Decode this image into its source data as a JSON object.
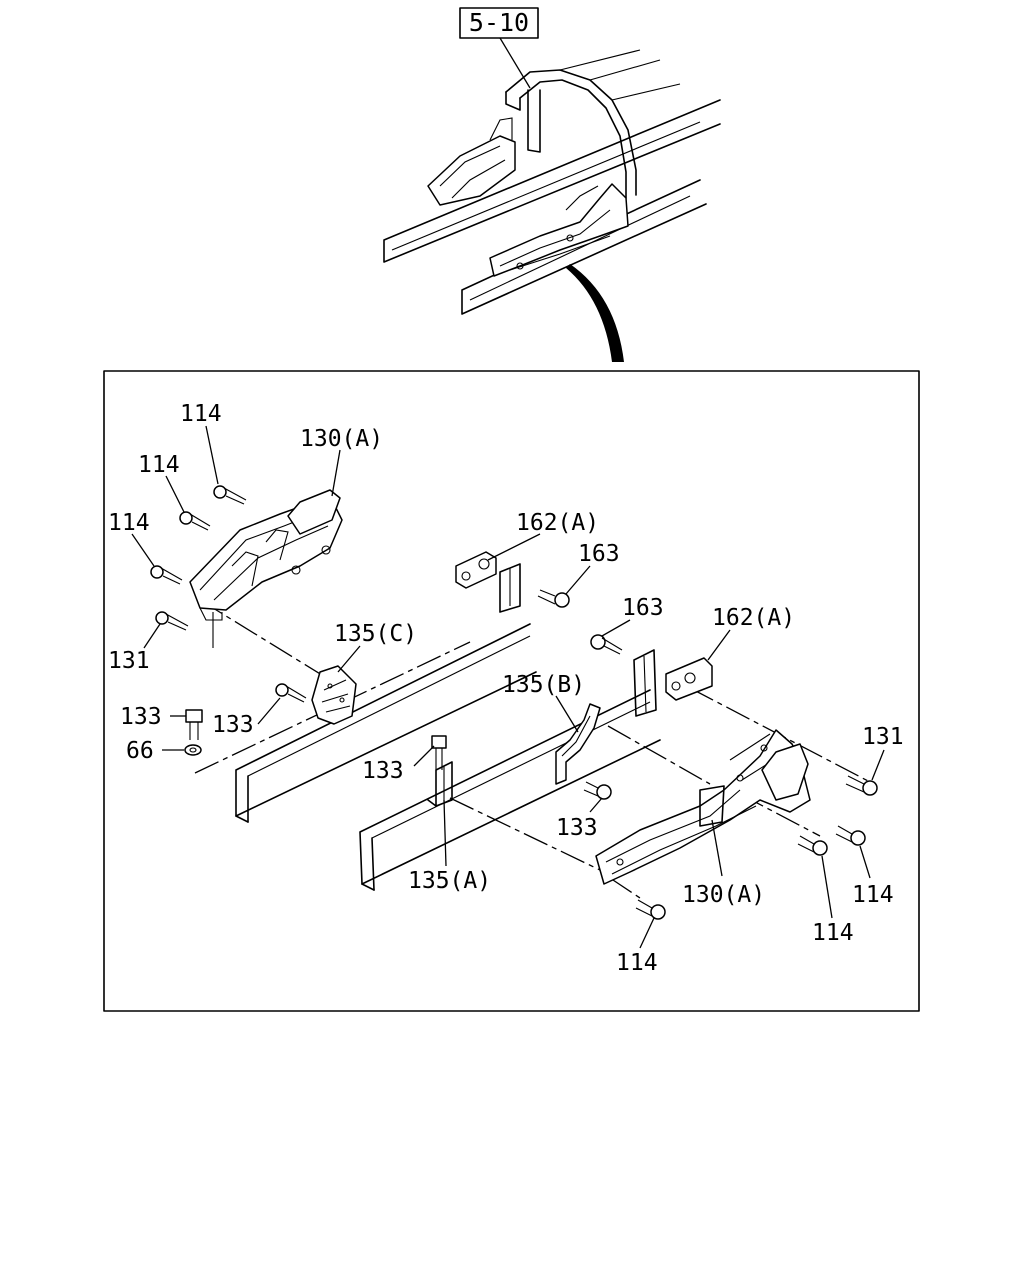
{
  "reference": "5-10",
  "callouts": {
    "c114_a": "114",
    "c114_b": "114",
    "c114_c": "114",
    "c131_left": "131",
    "c130a_top": "130(A)",
    "c162a_top": "162(A)",
    "c163_top": "163",
    "c135c": "135(C)",
    "c133_a": "133",
    "c133_b": "133",
    "c66": "66",
    "c163_mid": "163",
    "c162a_mid": "162(A)",
    "c135b": "135(B)",
    "c133_c": "133",
    "c133_d": "133",
    "c131_right": "131",
    "c135a": "135(A)",
    "c130a_bottom": "130(A)",
    "c114_d": "114",
    "c114_e": "114",
    "c114_f": "114"
  }
}
